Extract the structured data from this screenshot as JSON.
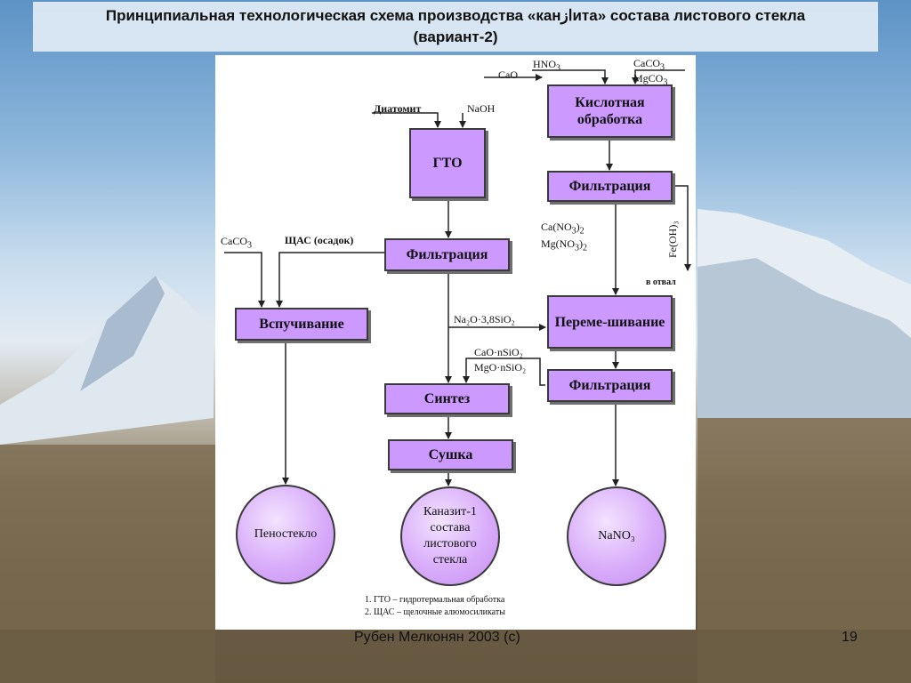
{
  "slide": {
    "title_line1": "Принципиальная технологическая схема производства «канازита» состава листового стекла",
    "title_line2": "(вариант-2)",
    "footer": "Рубен Мелконян 2003 (с)",
    "page_number": "19"
  },
  "diagram": {
    "inputs": {
      "hno3": "HNO",
      "hno3_sub": "3",
      "caco3_mgco3_1": "CaCO",
      "caco3_mgco3_1_sub": "3",
      "caco3_mgco3_2": "MgCO",
      "caco3_mgco3_2_sub": "3",
      "cao": "CaO",
      "diatomit": "Диатомит",
      "naoh": "NaOH",
      "caco3": "CaCO",
      "caco3_sub": "3",
      "shchas": "ЩАС (осадок)",
      "ca_no3": "Ca(NO",
      "ca_no3_tail": "3",
      "ca_no3_end": ")",
      "ca_no3_end_sub": "2",
      "mg_no3": "Mg(NO",
      "mg_no3_tail": "3",
      "mg_no3_end": ")",
      "mg_no3_end_sub": "2",
      "feoh3": "Fe(OH)₃",
      "v_otval": "в отвал",
      "na2o": "Na₂O·3,8SiO₂",
      "cao_nsio2": "CaO·nSiO₂",
      "mgo_nsio2": "MgO·nSiO₂"
    },
    "boxes": {
      "acid": "Кислотная обработка",
      "filt_right1": "Фильтрация",
      "gto": "ГТО",
      "filt_center": "Фильтрация",
      "vspuch": "Вспучивание",
      "mixing": "Переме-шивание",
      "filt_right2": "Фильтрация",
      "sintez": "Синтез",
      "sushka": "Сушка"
    },
    "products": {
      "penosteklo": "Пеностекло",
      "kanazit": "Каназит-1 состава листового стекла",
      "nano3": "NaNO₃"
    },
    "notes": [
      "1.  ГТО – гидротермальная обработка",
      "2.  ЩАС – щелочные алюмосиликаты"
    ]
  }
}
